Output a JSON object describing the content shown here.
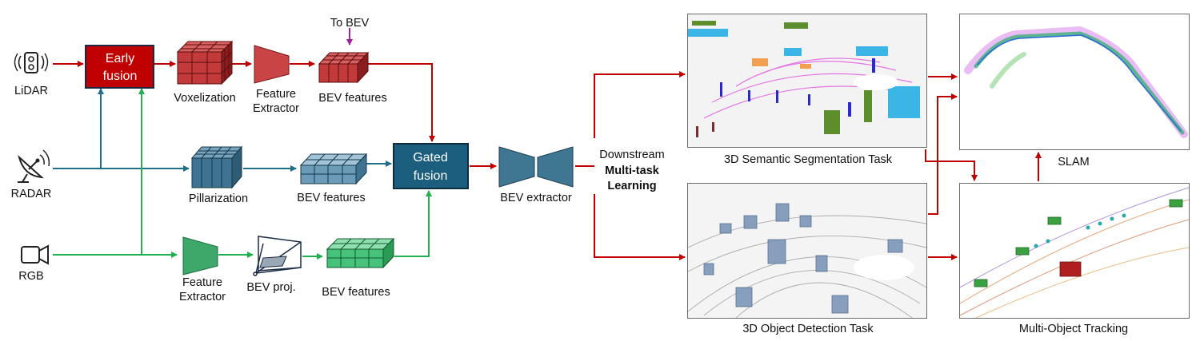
{
  "inputs": {
    "lidar": "LiDAR",
    "radar": "RADAR",
    "rgb": "RGB"
  },
  "early_fusion": {
    "line1": "Early",
    "line2": "fusion"
  },
  "lidar_branch": {
    "voxelization": "Voxelization",
    "feature_extractor_1": "Feature",
    "feature_extractor_2": "Extractor",
    "to_bev": "To BEV",
    "bev_features": "BEV features"
  },
  "radar_branch": {
    "pillarization": "Pillarization",
    "bev_features": "BEV features"
  },
  "rgb_branch": {
    "feature_extractor_1": "Feature",
    "feature_extractor_2": "Extractor",
    "bev_proj": "BEV proj.",
    "bev_features": "BEV features"
  },
  "gated_fusion": {
    "line1": "Gated",
    "line2": "fusion"
  },
  "bev_extractor": "BEV extractor",
  "downstream": {
    "line1": "Downstream",
    "line2": "Multi-task",
    "line3": "Learning"
  },
  "tasks": {
    "semantic_segmentation": "3D Semantic Segmentation Task",
    "object_detection": "3D Object Detection Task",
    "slam": "SLAM",
    "tracking": "Multi-Object Tracking"
  },
  "colors": {
    "lidar_red": "#c00000",
    "radar_blue": "#1f6f8b",
    "rgb_green": "#20b050",
    "fusion_box": "#1b5e7e",
    "arrow_red": "#c00000",
    "to_bev_purple": "#a020a0"
  }
}
